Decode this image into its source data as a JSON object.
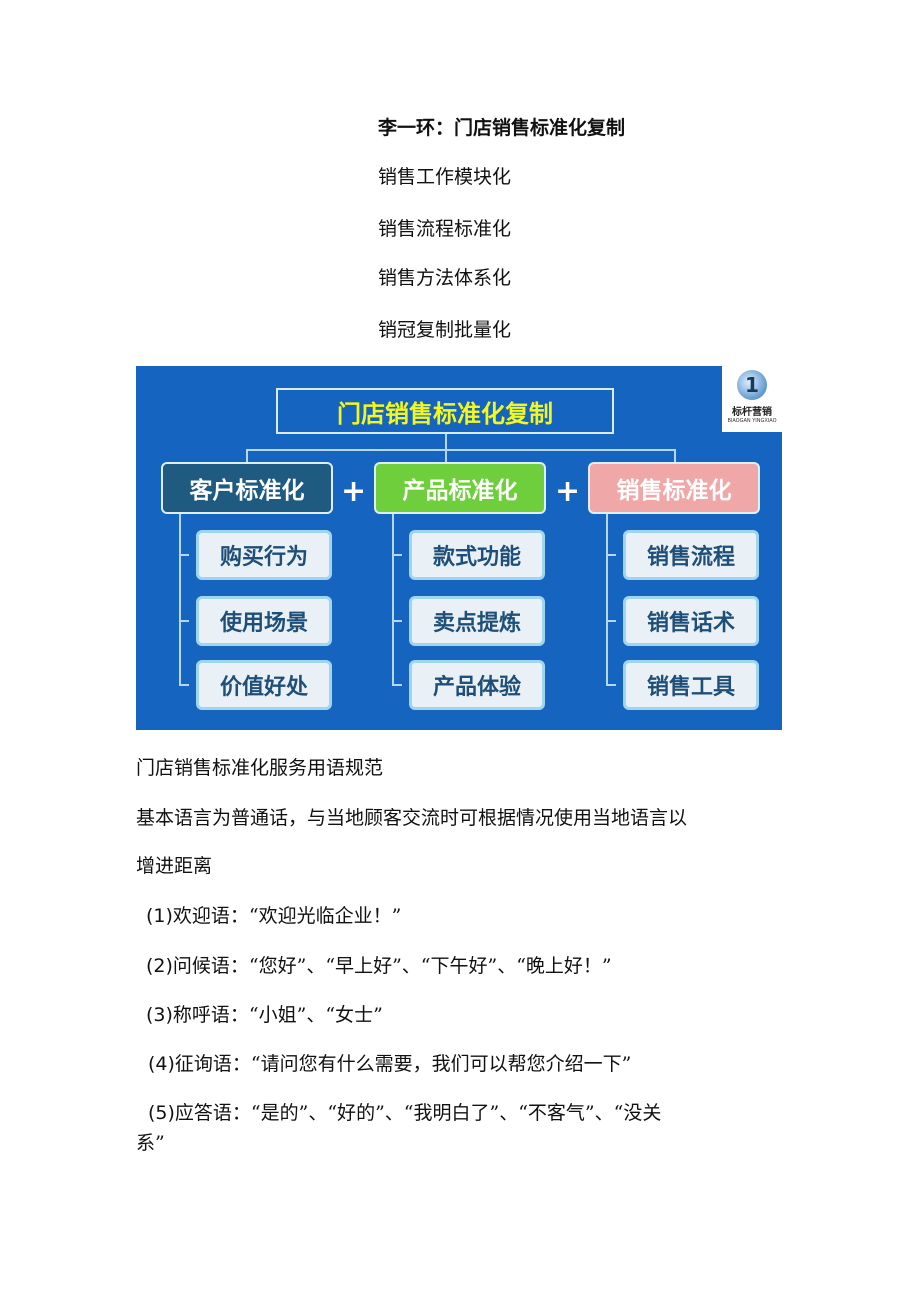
{
  "header": {
    "title": "李一环：门店销售标准化复制",
    "points": [
      "销售工作模块化",
      "销售流程标准化",
      "销售方法体系化",
      "销冠复制批量化"
    ]
  },
  "figure": {
    "title": "门店销售标准化复制",
    "plus": "+",
    "logo": {
      "mark": "1",
      "name": "标杆营销",
      "pinyin": "BIAOGAN YINGXIAO"
    },
    "columns": [
      {
        "label": "客户标准化",
        "color": "#1f5a80",
        "items": [
          "购买行为",
          "使用场景",
          "价值好处"
        ]
      },
      {
        "label": "产品标准化",
        "color": "#6fce3b",
        "items": [
          "款式功能",
          "卖点提炼",
          "产品体验"
        ]
      },
      {
        "label": "销售标准化",
        "color": "#f0a7a7",
        "items": [
          "销售流程",
          "销售话术",
          "销售工具"
        ]
      }
    ]
  },
  "body": {
    "heading": "门店销售标准化服务用语规范",
    "intro_1": "基本语言为普通话，与当地顾客交流时可根据情况使用当地语言以",
    "intro_2": "增进距离",
    "items": [
      {
        "num": "(1)",
        "text": "欢迎语：“欢迎光临企业！”"
      },
      {
        "num": "(2)",
        "text": "问候语：“您好”、“早上好”、“下午好”、“晚上好！”"
      },
      {
        "num": "(3)",
        "text": "称呼语：“小姐”、“女士”"
      },
      {
        "num": "(4)",
        "text": "征询语：“请问您有什么需要，我们可以帮您介绍一下”"
      },
      {
        "num": "(5)",
        "text": "应答语：“是的”、“好的”、“我明白了”、“不客气”、“没关"
      }
    ],
    "item5_cont": "系”"
  }
}
